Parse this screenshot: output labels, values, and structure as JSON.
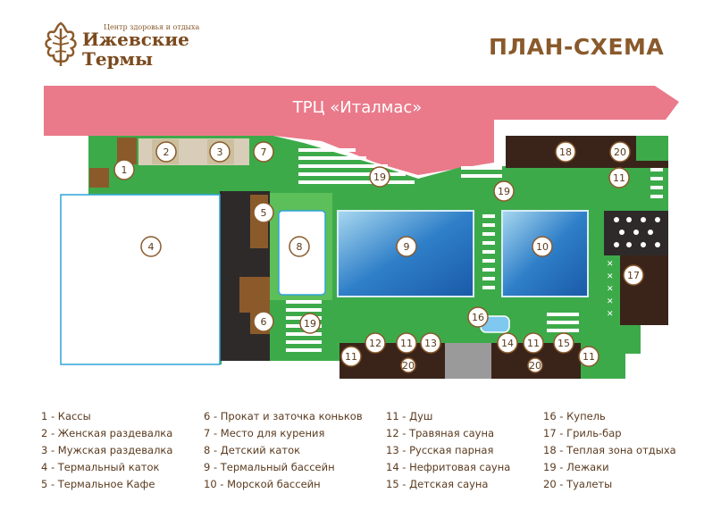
{
  "header": {
    "logo_subtitle": "Центр здоровья и отдыха",
    "logo_line1": "Ижевские",
    "logo_line2": "Термы",
    "plan_title": "ПЛАН-СХЕМА"
  },
  "map": {
    "mall_label": "ТРЦ «Италмас»",
    "zones": [
      {
        "id": "1"
      },
      {
        "id": "2"
      },
      {
        "id": "3"
      },
      {
        "id": "4"
      },
      {
        "id": "5"
      },
      {
        "id": "6"
      },
      {
        "id": "7"
      },
      {
        "id": "8"
      },
      {
        "id": "9"
      },
      {
        "id": "10"
      },
      {
        "id": "11"
      },
      {
        "id": "12"
      },
      {
        "id": "13"
      },
      {
        "id": "14"
      },
      {
        "id": "15"
      },
      {
        "id": "16"
      },
      {
        "id": "17"
      },
      {
        "id": "18"
      },
      {
        "id": "19"
      },
      {
        "id": "20"
      }
    ],
    "colors": {
      "mall": "#ea7a8a",
      "floor": "#3daa4a",
      "floor_light": "#5cbf5a",
      "dark": "#2e2a2a",
      "brown": "#8b5a2b",
      "wood": "#3a241a",
      "pool": "#2f7fc8",
      "badge_fill": "#ffffff",
      "badge_stroke": "#8b5a2b",
      "text_brown": "#7a4a1e"
    }
  },
  "legend": {
    "col1": [
      "1 - Кассы",
      "2 - Женская раздевалка",
      "3 - Мужская раздевалка",
      "4 - Термальный каток",
      "5 - Термальное Кафе"
    ],
    "col2": [
      "6 - Прокат и заточка коньков",
      "7 - Место для курения",
      "8 - Детский каток",
      "9 - Термальный бассейн",
      "10 - Морской бассейн"
    ],
    "col3": [
      "11 - Душ",
      "12 - Травяная сауна",
      "13 - Русская парная",
      "14 - Нефритовая сауна",
      "15 - Детская сауна"
    ],
    "col4": [
      "16 - Купель",
      "17 - Гриль-бар",
      "18 - Теплая зона отдыха",
      "19 - Лежаки",
      "20 - Туалеты"
    ]
  }
}
